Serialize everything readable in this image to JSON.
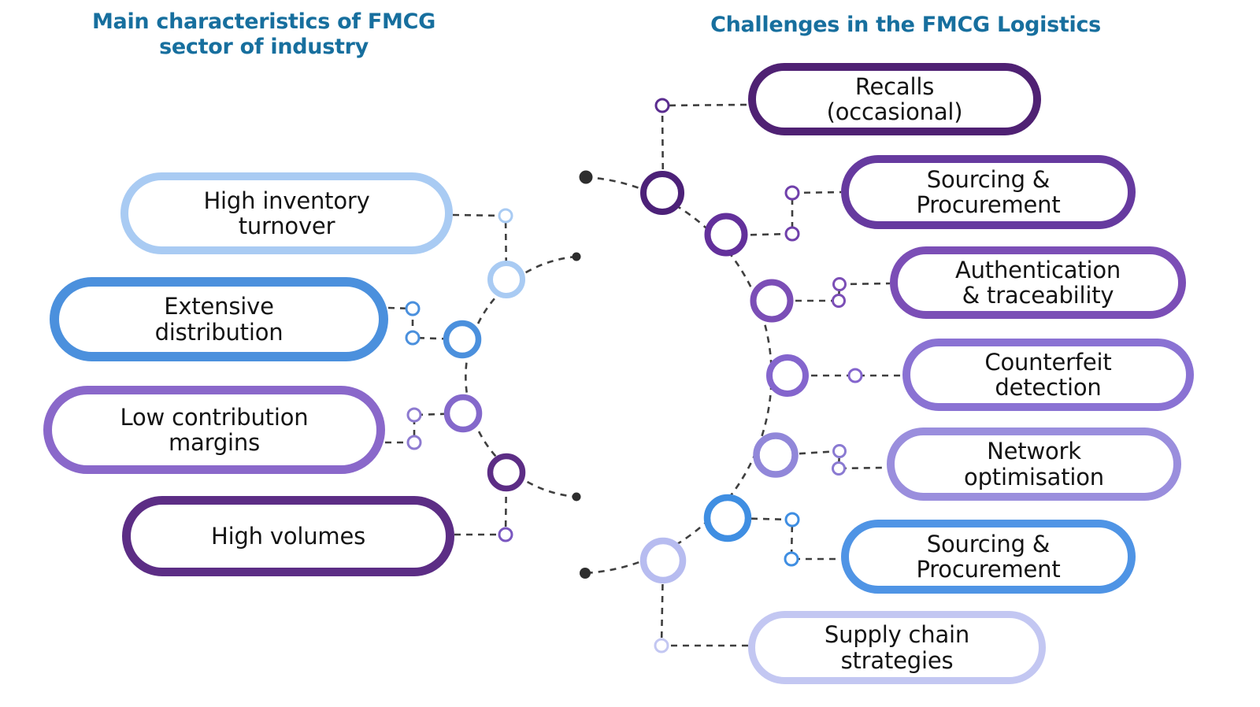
{
  "titles": {
    "left": "Main characteristics of FMCG\nsector of industry",
    "right": "Challenges in the FMCG Logistics",
    "title_color": "#176f9e"
  },
  "left_section": {
    "heading": "Main characteristics of FMCG\nsector of industry",
    "items": [
      {
        "label": "High inventory\nturnover",
        "color": "#a9cbf3"
      },
      {
        "label": "Extensive\ndistribution",
        "color": "#4b90dd"
      },
      {
        "label": "Low contribution\nmargins",
        "color": "#8a68ca"
      },
      {
        "label": "High volumes",
        "color": "#5c2d85"
      }
    ]
  },
  "right_section": {
    "heading": "Challenges in the FMCG Logistics",
    "items": [
      {
        "label": "Recalls\n(occasional)",
        "color": "#4f2173"
      },
      {
        "label": "Sourcing &\nProcurement",
        "color": "#663a9f"
      },
      {
        "label": "Authentication\n& traceability",
        "color": "#7b4eb6"
      },
      {
        "label": "Counterfeit\ndetection",
        "color": "#8a72d3"
      },
      {
        "label": "Network\noptimisation",
        "color": "#9a8edd"
      },
      {
        "label": "Sourcing &\nProcurement",
        "color": "#4f94e5"
      },
      {
        "label": "Supply chain\nstrategies",
        "color": "#c3c7f2"
      }
    ]
  },
  "diagram": {
    "connector_color": "#3f3f3f",
    "endpoint_dot_color": "#2e2e2e",
    "pill_text_color": "#141414",
    "background": "#ffffff",
    "left_node_colors": [
      "#a9cbf3",
      "#4b90dd",
      "#8468cb",
      "#5c2d85"
    ],
    "right_node_colors": [
      "#4c2178",
      "#63309b",
      "#7b4eb6",
      "#8465cd",
      "#9187d9",
      "#3f8ee2",
      "#b7bcf0"
    ]
  }
}
